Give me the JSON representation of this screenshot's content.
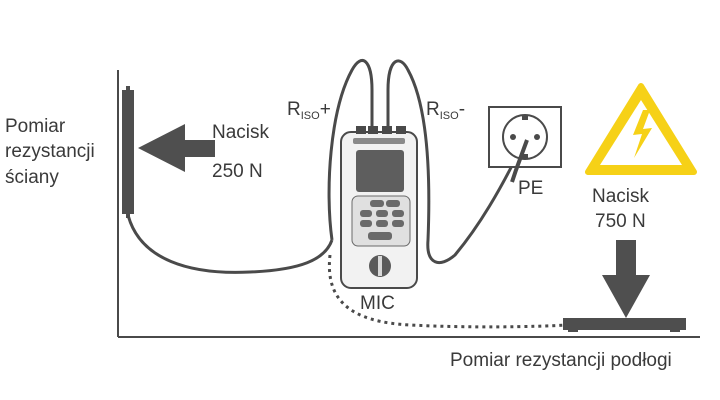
{
  "labels": {
    "wall_line1": "Pomiar",
    "wall_line2": "rezystancji",
    "wall_line3": "ściany",
    "nacisk_left": "Nacisk",
    "force_left": "250 N",
    "riso_plus_main": "R",
    "riso_plus_sub": "ISO",
    "riso_plus_sign": "+",
    "riso_minus_main": "R",
    "riso_minus_sub": "ISO",
    "riso_minus_sign": "-",
    "pe": "PE",
    "nacisk_right": "Nacisk",
    "force_right": "750 N",
    "meter": "MIC",
    "floor": "Pomiar rezystancji podłogi"
  },
  "icons": {
    "high_voltage": "high-voltage-warning-icon",
    "socket": "schuko-socket-icon"
  },
  "colors": {
    "stroke": "#4a4a4a",
    "warning_yellow": "#f6d117",
    "arrow_fill": "#4f4f4f"
  }
}
